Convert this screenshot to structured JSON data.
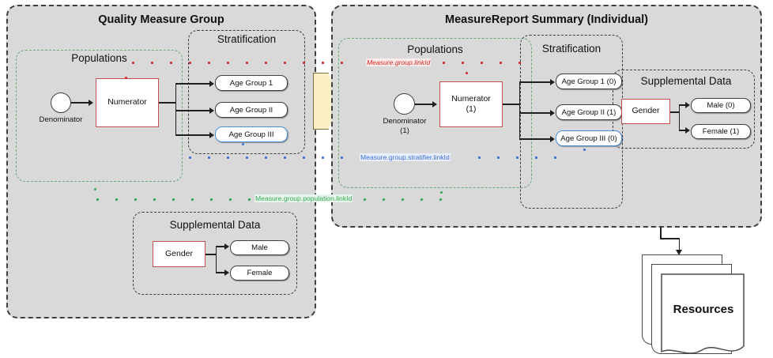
{
  "diagram": {
    "title_left": "Quality Measure Group",
    "title_right": "MeasureReport Summary (Individual)"
  },
  "left_panel": {
    "title": "Quality Measure Group",
    "populations": {
      "title": "Populations",
      "denominator_label": "Denominator",
      "numerator_label": "Numerator"
    },
    "stratification": {
      "title": "Stratification",
      "items": [
        {
          "label": "Age Group 1",
          "style": "default"
        },
        {
          "label": "Age Group II",
          "style": "default"
        },
        {
          "label": "Age Group III",
          "style": "blue"
        }
      ]
    },
    "supplemental": {
      "title": "Supplemental Data",
      "source": "Gender",
      "items": [
        "Male",
        "Female"
      ]
    }
  },
  "right_panel": {
    "title": "MeasureReport Summary (Individual)",
    "populations": {
      "title": "Populations",
      "denominator_label": "Denominator",
      "denominator_count": "(1)",
      "numerator_label": "Numerator",
      "numerator_count": "(1)"
    },
    "stratification": {
      "title": "Stratification",
      "items": [
        {
          "label": "Age Group 1 (0)",
          "style": "default"
        },
        {
          "label": "Age Group II (1)",
          "style": "default"
        },
        {
          "label": "Age Group III (0)",
          "style": "blue"
        }
      ]
    },
    "supplemental": {
      "title": "Supplemental Data",
      "source": "Gender",
      "items": [
        "Male (0)",
        "Female (1)"
      ]
    }
  },
  "link_tracks": [
    {
      "id": "group-link",
      "label": "Measure.group.linkId",
      "color": "#d02b2b"
    },
    {
      "id": "stratifier-link",
      "label": "Measure.group.stratifier.linkId",
      "color": "#3b6fd4"
    },
    {
      "id": "population-link",
      "label": "Measure.group.population.linkId",
      "color": "#35a853"
    }
  ],
  "resources": {
    "label": "Resources"
  },
  "colors": {
    "panel_fill": "#d9d9d9",
    "node_border_red": "#c0504d",
    "node_border_blue": "#4a90d9",
    "green_dash": "#6aaa78",
    "chevron_fill": "#fbefc6"
  }
}
